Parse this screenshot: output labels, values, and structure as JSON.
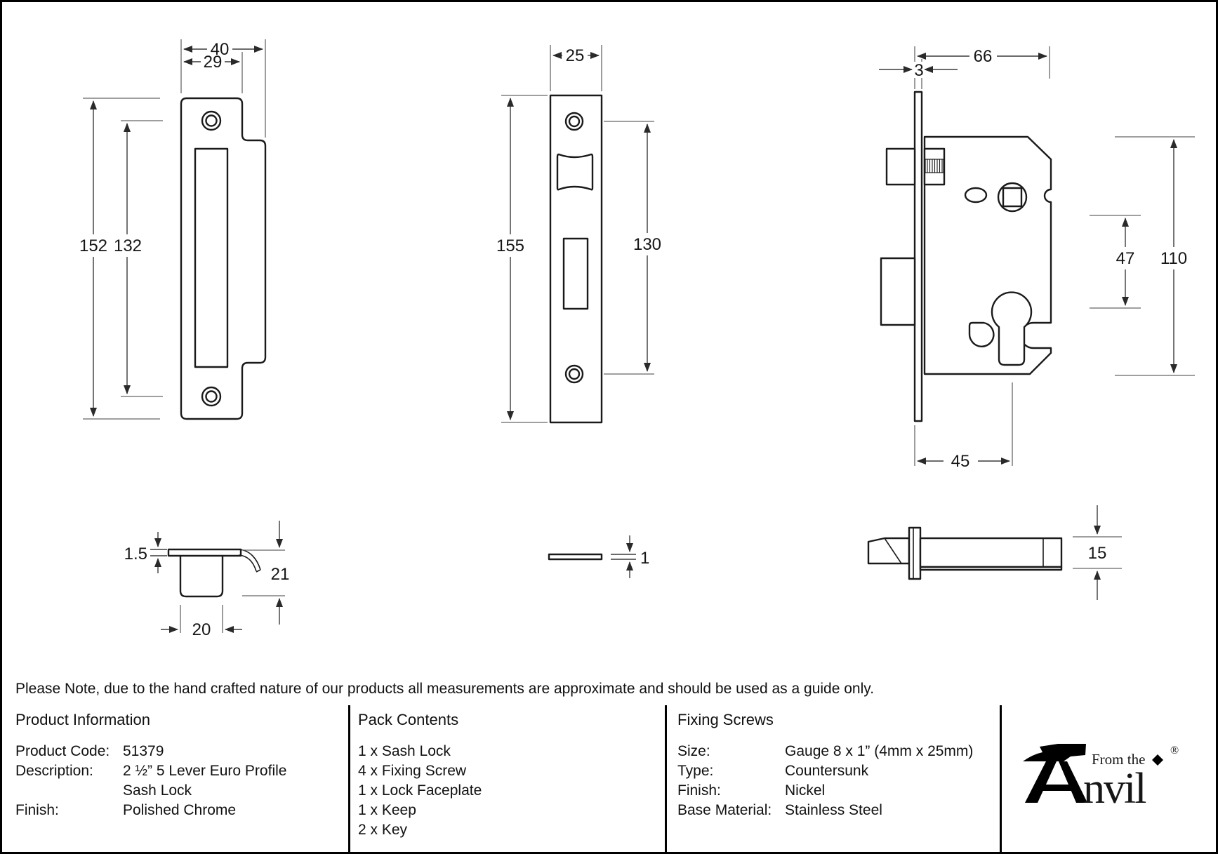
{
  "note": "Please Note, due to the hand crafted nature of our products all measurements are approximate and should be used as a guide only.",
  "drawings": {
    "keep_front": {
      "width_overall": "40",
      "width_plate": "29",
      "height_overall": "152",
      "height_centres": "132"
    },
    "faceplate_front": {
      "width": "25",
      "height": "155",
      "hole_centres": "130"
    },
    "lock_side": {
      "case_depth": "66",
      "faceplate_thickness": "3",
      "spindle_to_cylinder": "47",
      "case_height": "110",
      "backset": "45"
    },
    "keep_side": {
      "plate_thickness": "1.5",
      "depth": "21",
      "box_width": "20"
    },
    "faceplate_side": {
      "thickness": "1"
    },
    "lock_top": {
      "case_thickness": "15"
    }
  },
  "table": {
    "product_information": {
      "header": "Product Information",
      "labels": [
        "Product Code:",
        "Description:",
        "",
        "Finish:"
      ],
      "values": [
        "51379",
        "2 ½” 5 Lever Euro Profile",
        "Sash Lock",
        "Polished Chrome"
      ]
    },
    "pack_contents": {
      "header": "Pack Contents",
      "items": [
        "1 x Sash Lock",
        "4 x Fixing Screw",
        "1 x Lock Faceplate",
        "1 x Keep",
        "2 x Key"
      ]
    },
    "fixing_screws": {
      "header": "Fixing Screws",
      "labels": [
        "Size:",
        "Type:",
        "Finish:",
        "Base Material:"
      ],
      "values": [
        "Gauge 8 x 1” (4mm x 25mm)",
        "Countersunk",
        "Nickel",
        "Stainless Steel"
      ]
    }
  },
  "logo": {
    "tagline": "From the",
    "name_rest": "nvil",
    "registered": "®"
  }
}
